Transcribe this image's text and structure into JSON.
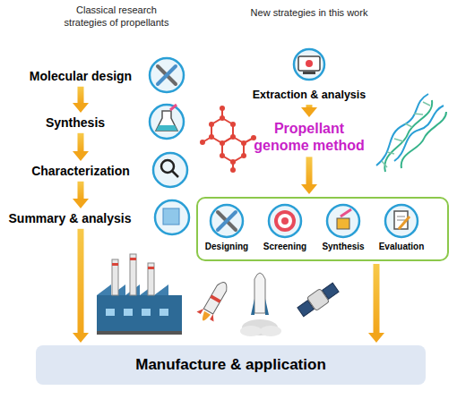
{
  "diagram": {
    "nodes": [
      {
        "text": [
          "Molecular design"
        ]
      },
      {
        "text": [
          "Synthesis"
        ]
      },
      {
        "text": [
          "Characterization"
        ]
      },
      {
        "text": [
          "Summary & analysis"
        ]
      },
      {
        "text": [
          "Extraction & analysis"
        ]
      },
      {
        "text": [
          "Propellant genome method"
        ]
      },
      {
        "text": []
      },
      {
        "text": [
          "Designing"
        ],
        "in": 6
      },
      {
        "text": [
          "Screening"
        ],
        "in": 6
      },
      {
        "text": [
          "Synthesis"
        ],
        "in": 6
      },
      {
        "text": [
          "Evaluation"
        ],
        "in": 6
      },
      {
        "text": [
          "Manufacture & application"
        ]
      }
    ],
    "edges": [
      {
        "from": 0,
        "to": 1,
        "arrow": "to"
      },
      {
        "from": 1,
        "to": 2,
        "arrow": "to"
      },
      {
        "from": 2,
        "to": 3,
        "arrow": "to"
      },
      {
        "from": 3,
        "to": 11,
        "arrow": "to"
      },
      {
        "from": 4,
        "to": 5,
        "arrow": "to"
      },
      {
        "from": 5,
        "to": 6,
        "arrow": "to"
      },
      {
        "from": 6,
        "to": 11,
        "arrow": "to"
      }
    ],
    "labels": [
      "Classical research strategies of propellants",
      "New strategies in this work"
    ]
  }
}
